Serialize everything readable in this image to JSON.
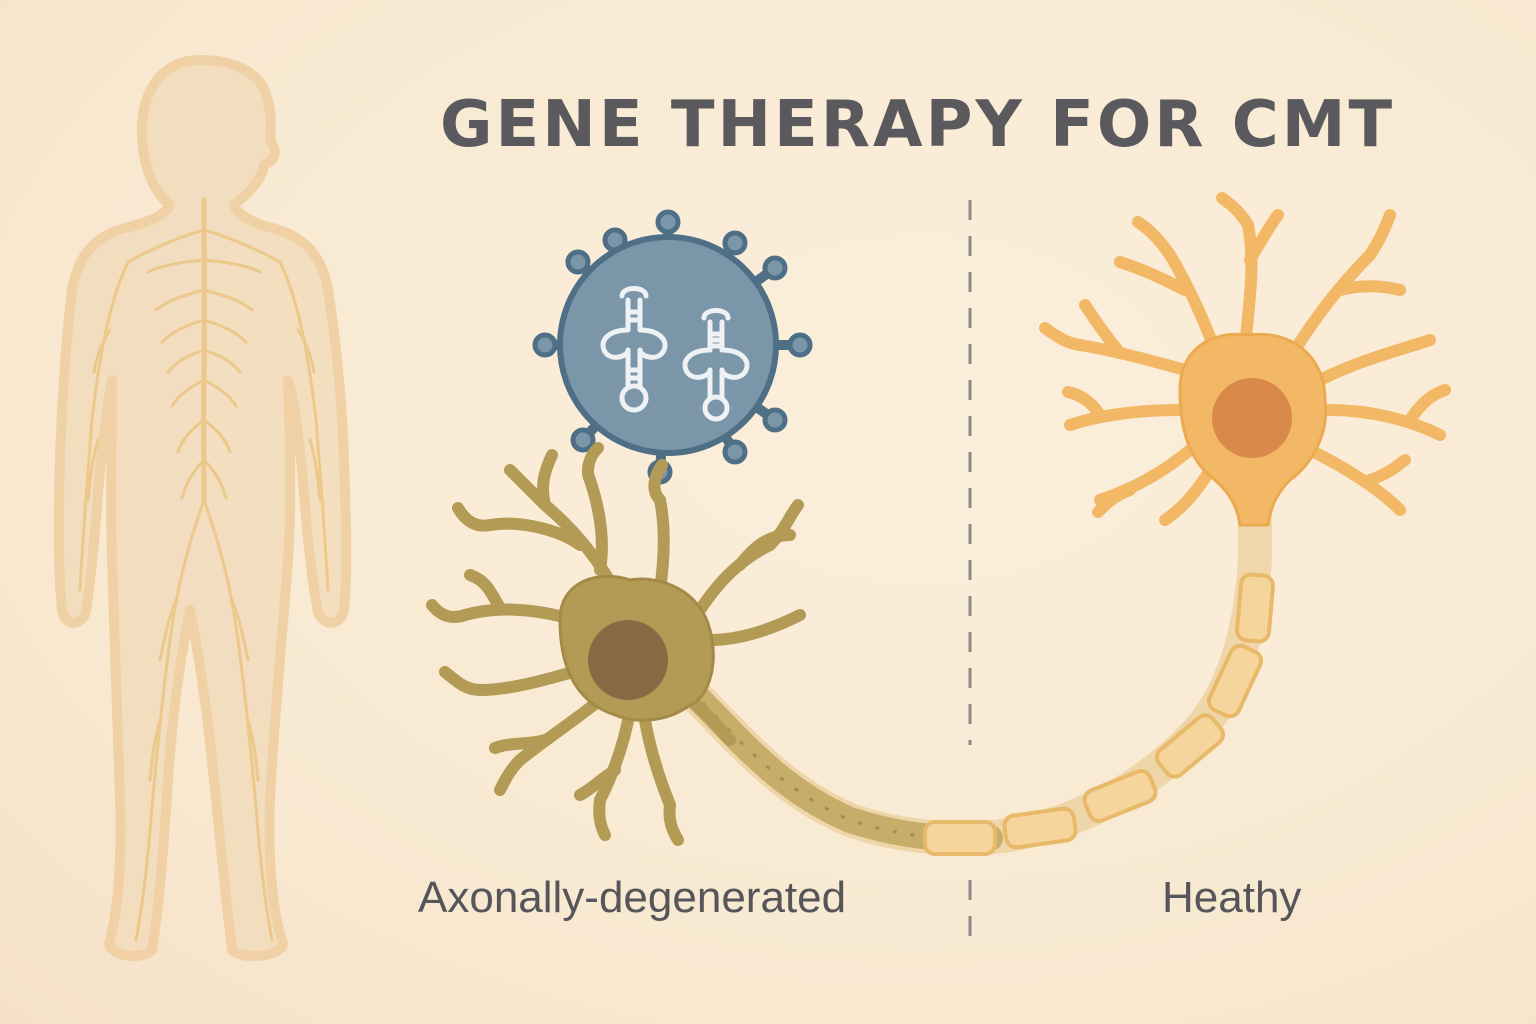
{
  "title": "GENE THERAPY FOR CMT",
  "labels": {
    "left": "Axonally-degenerated",
    "right": "Heathy"
  },
  "colors": {
    "background": "#f9ead4",
    "body_silhouette": "#f3d9b8",
    "body_outline": "#f0cfa0",
    "nerves": "#ecc98a",
    "virus_fill": "#7b96a8",
    "virus_outline": "#4f6f86",
    "degenerated_neuron": "#b39a55",
    "degenerated_nucleus": "#8a6a45",
    "healthy_neuron": "#f2b865",
    "healthy_nucleus": "#d98a4a",
    "text": "#5a5a5e"
  }
}
